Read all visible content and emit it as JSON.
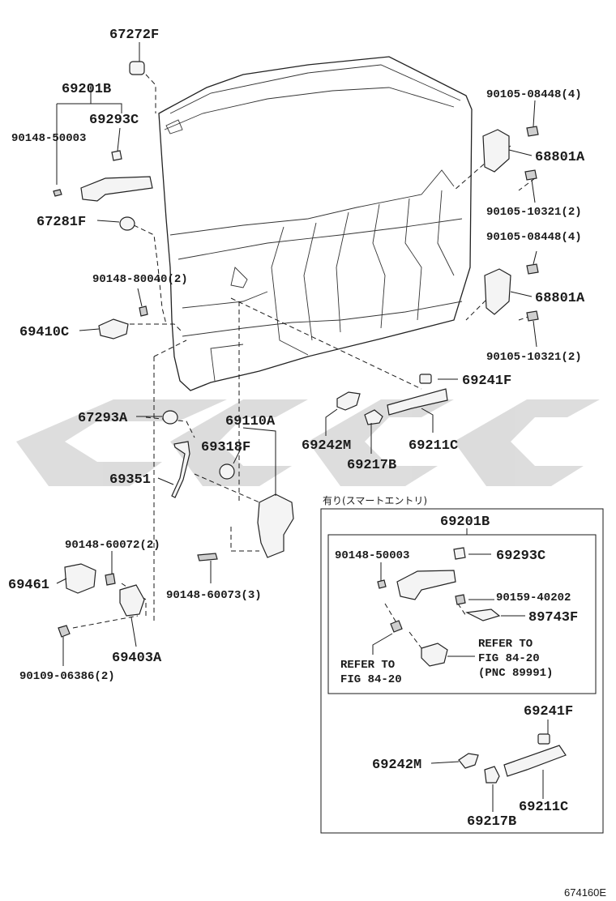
{
  "labels": {
    "p67272F": "67272F",
    "p69201B_top": "69201B",
    "p69293C_top": "69293C",
    "p90148_50003_top": "90148-50003",
    "p67281F": "67281F",
    "p90148_80040": "90148-80040(2)",
    "p69410C": "69410C",
    "p67293A": "67293A",
    "p69110A": "69110A",
    "p69318F": "69318F",
    "p69351": "69351",
    "p90148_60072": "90148-60072(2)",
    "p69461": "69461",
    "p90148_60073": "90148-60073(3)",
    "p90109_06386": "90109-06386(2)",
    "p69403A": "69403A",
    "p90105_08448_a": "90105-08448(4)",
    "p68801A_a": "68801A",
    "p90105_10321_a": "90105-10321(2)",
    "p90105_08448_b": "90105-08448(4)",
    "p68801A_b": "68801A",
    "p90105_10321_b": "90105-10321(2)",
    "p69241F_main": "69241F",
    "p69242M_main": "69242M",
    "p69211C_main": "69211C",
    "p69217B_main": "69217B"
  },
  "inset": {
    "heading": "有り(スマートエントリ)",
    "p69201B": "69201B",
    "p90148_50003": "90148-50003",
    "p69293C": "69293C",
    "p90159_40202": "90159-40202",
    "p89743F": "89743F",
    "refer_left_1": "REFER TO",
    "refer_left_2": "FIG 84-20",
    "refer_right_1": "REFER TO",
    "refer_right_2": "FIG 84-20",
    "refer_right_3": "(PNC 89991)",
    "p69241F": "69241F",
    "p69242M": "69242M",
    "p69211C": "69211C",
    "p69217B": "69217B"
  },
  "figure_id": "674160E",
  "colors": {
    "line": "#1a1a1a",
    "watermark": "#d9d9d9"
  }
}
